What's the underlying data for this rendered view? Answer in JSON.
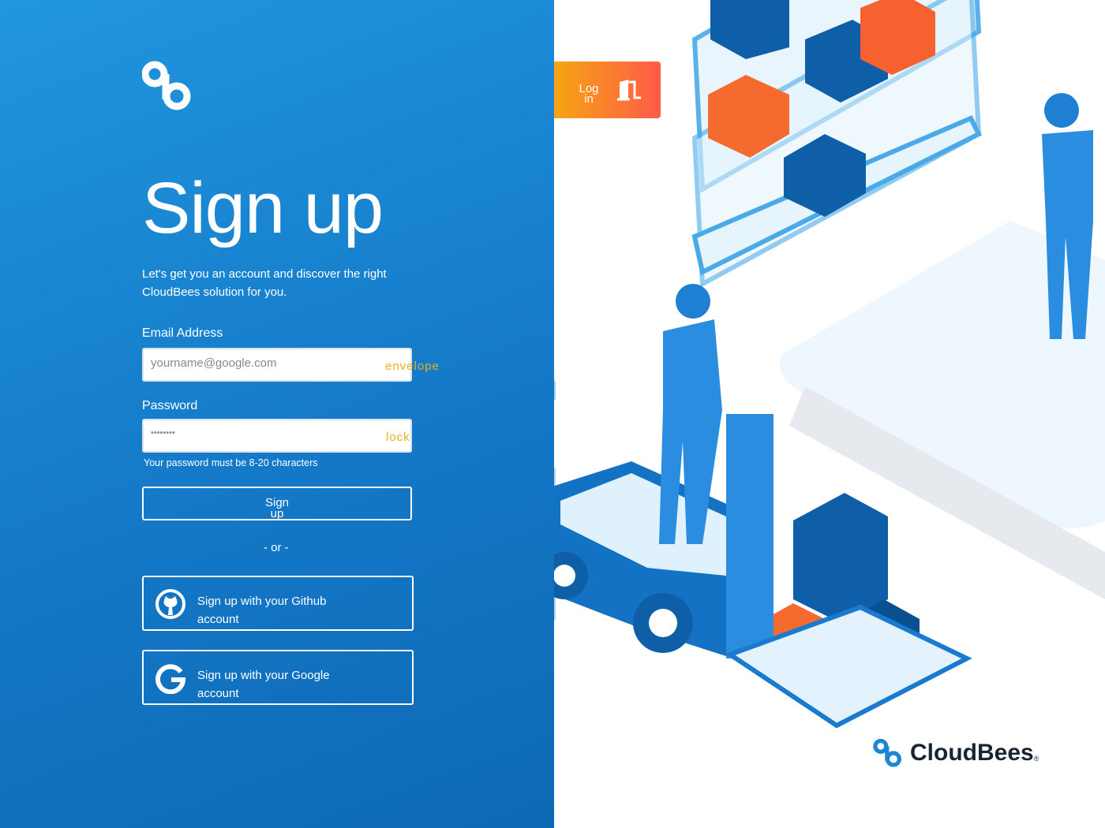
{
  "header": {
    "title": "Sign up",
    "subtitle": "Let's get you an account and discover the right CloudBees solution for you."
  },
  "form": {
    "email_label": "Email Address",
    "email_placeholder": "yourname@google.com",
    "email_icon": "envelope",
    "password_label": "Password",
    "password_value": "••••••••",
    "password_icon": "lock",
    "password_hint": "Your password must be 8-20 characters",
    "signup_label": "Sign up",
    "or_label": "- or -",
    "github_label": "Sign up with your Github account",
    "google_label": "Sign up with your Google account"
  },
  "login": {
    "label": "Log in"
  },
  "brand": {
    "name": "CloudBees",
    "mark": "®"
  },
  "colors": {
    "primary": "#1a86d4",
    "accent_start": "#f6a512",
    "accent_end": "#ff5a4a",
    "icon_text": "#e8b020"
  }
}
